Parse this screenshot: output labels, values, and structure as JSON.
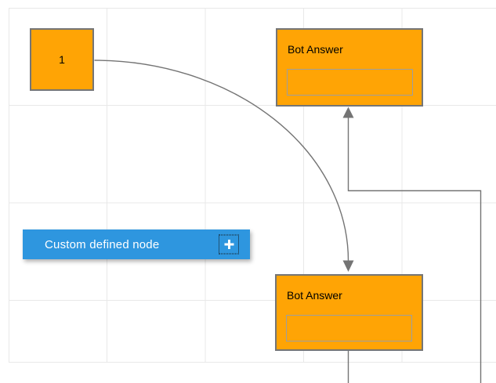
{
  "diagram": {
    "square_node": {
      "label": "1"
    },
    "bot_answer_top": {
      "title": "Bot Answer",
      "input_value": ""
    },
    "bot_answer_bottom": {
      "title": "Bot Answer",
      "input_value": ""
    },
    "custom_node": {
      "label": "Custom defined node",
      "icon": "plus-icon"
    },
    "connectors": [
      {
        "from": "square-node",
        "to": "bot-answer-bottom",
        "style": "curved-arc",
        "arrow": "target",
        "arrow_icon": "arrowhead-down-icon"
      },
      {
        "from": "bot-answer-bottom",
        "to": "bot-answer-top",
        "style": "orthogonal",
        "arrow": "target",
        "arrow_icon": "arrowhead-up-icon"
      }
    ]
  },
  "colors": {
    "node_orange": "#FFA405",
    "node_border_gray": "#757575",
    "inner_box_border_gray": "#9E9E9E",
    "custom_node_blue": "#2E96DF",
    "custom_node_text": "#FFFFFF",
    "connector_gray": "#747474",
    "grid_line": "#E8E8E8",
    "node_text": "#000000",
    "canvas_background": "#FFFFFF"
  }
}
